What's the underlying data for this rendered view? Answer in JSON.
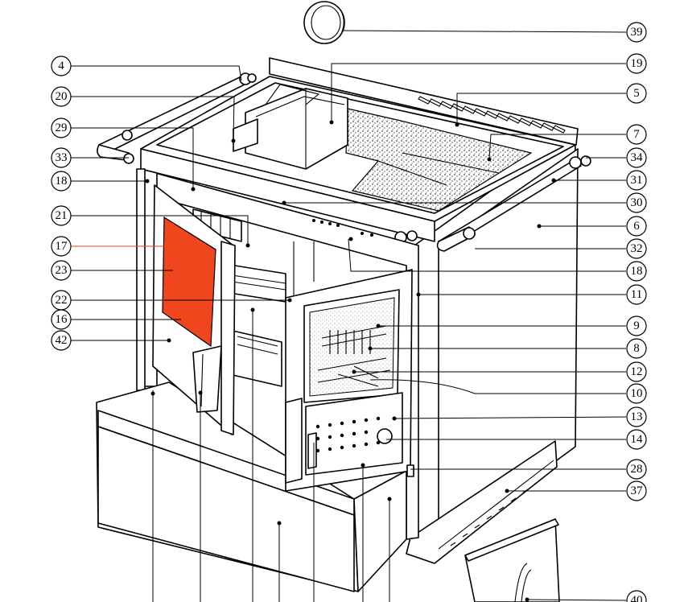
{
  "callouts": [
    {
      "id": "c39",
      "label": "39"
    },
    {
      "id": "c4",
      "label": "4"
    },
    {
      "id": "c19",
      "label": "19"
    },
    {
      "id": "c20",
      "label": "20"
    },
    {
      "id": "c5",
      "label": "5"
    },
    {
      "id": "c29",
      "label": "29"
    },
    {
      "id": "c7",
      "label": "7"
    },
    {
      "id": "c33",
      "label": "33"
    },
    {
      "id": "c34",
      "label": "34"
    },
    {
      "id": "c18a",
      "label": "18"
    },
    {
      "id": "c31",
      "label": "31"
    },
    {
      "id": "c30",
      "label": "30"
    },
    {
      "id": "c21",
      "label": "21"
    },
    {
      "id": "c6",
      "label": "6"
    },
    {
      "id": "c17",
      "label": "17"
    },
    {
      "id": "c32",
      "label": "32"
    },
    {
      "id": "c23",
      "label": "23"
    },
    {
      "id": "c18b",
      "label": "18"
    },
    {
      "id": "c22",
      "label": "22"
    },
    {
      "id": "c11",
      "label": "11"
    },
    {
      "id": "c16",
      "label": "16"
    },
    {
      "id": "c9",
      "label": "9"
    },
    {
      "id": "c42",
      "label": "42"
    },
    {
      "id": "c8",
      "label": "8"
    },
    {
      "id": "c12",
      "label": "12"
    },
    {
      "id": "c10",
      "label": "10"
    },
    {
      "id": "c13",
      "label": "13"
    },
    {
      "id": "c14",
      "label": "14"
    },
    {
      "id": "c28",
      "label": "28"
    },
    {
      "id": "c37",
      "label": "37"
    },
    {
      "id": "c40",
      "label": "40"
    }
  ],
  "colors": {
    "highlight_part": "#f0461e",
    "line": "#000000",
    "background": "#ffffff"
  }
}
